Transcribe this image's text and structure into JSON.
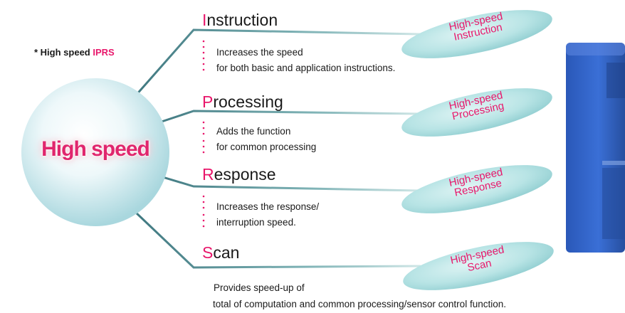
{
  "note": {
    "prefix": "* High speed ",
    "highlight": "IPRS"
  },
  "hub": {
    "label": "High speed"
  },
  "items": [
    {
      "initial": "I",
      "rest": "nstruction",
      "desc": [
        "Increases the speed",
        "for both basic and application instructions."
      ],
      "oval": [
        "High-speed",
        "Instruction"
      ]
    },
    {
      "initial": "P",
      "rest": "rocessing",
      "desc": [
        "Adds the function",
        "for common processing"
      ],
      "oval": [
        "High-speed",
        "Processing"
      ]
    },
    {
      "initial": "R",
      "rest": "esponse",
      "desc": [
        "Increases the response/",
        "interruption speed."
      ],
      "oval": [
        "High-speed",
        "Response"
      ]
    },
    {
      "initial": "S",
      "rest": "can",
      "desc": [
        "Provides speed-up of",
        "total of computation and common processing/sensor control function."
      ],
      "oval": [
        "High-speed",
        "Scan"
      ]
    }
  ],
  "colors": {
    "accent": "#e8176b",
    "line": "#4a7f86",
    "oval": "#b6e3e4",
    "hub": "#d3eef1",
    "device": "#2f5fc4"
  }
}
